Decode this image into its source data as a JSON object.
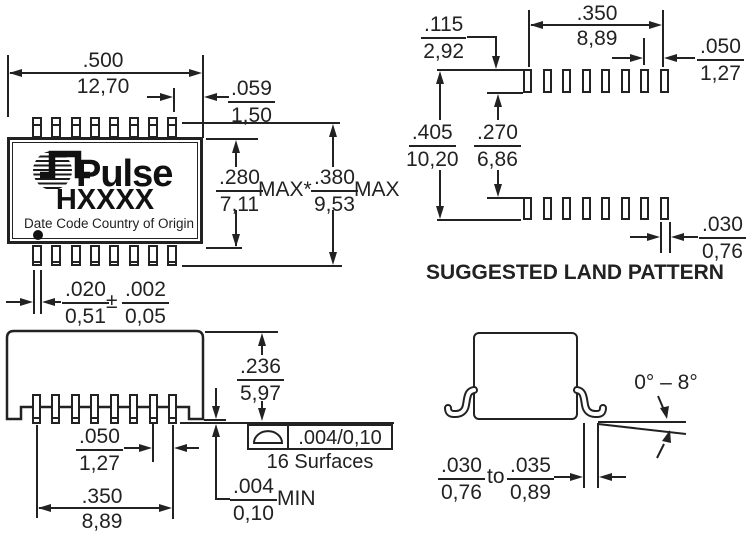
{
  "colors": {
    "ink": "#222222",
    "background": "#ffffff"
  },
  "package": {
    "brand": "Pulse",
    "part_number": "HXXXX",
    "date_code_label": "Date Code",
    "country_label": "Country of Origin",
    "pins_per_side": 8
  },
  "top_view": {
    "body_width": {
      "in": ".500",
      "mm": "12,70"
    },
    "lead_end": {
      "in": ".059",
      "mm": "1,50"
    },
    "body_depth": {
      "in": ".280",
      "mm": "7,11",
      "qual": "MAX*"
    },
    "overall_depth": {
      "in": ".380",
      "mm": "9,53",
      "qual": "MAX"
    },
    "lead_width": {
      "in": ".020",
      "mm": "0,51"
    },
    "plus_minus": "±",
    "lead_width_tol": {
      "in": ".002",
      "mm": "0,05"
    }
  },
  "land_pattern": {
    "title": "SUGGESTED LAND PATTERN",
    "pads_per_row": 8,
    "pad_length": {
      "in": ".115",
      "mm": "2,92"
    },
    "row_span": {
      "in": ".350",
      "mm": "8,89"
    },
    "pitch": {
      "in": ".050",
      "mm": "1,27"
    },
    "outer_span": {
      "in": ".405",
      "mm": "10,20"
    },
    "inner_span": {
      "in": ".270",
      "mm": "6,86"
    },
    "pad_width": {
      "in": ".030",
      "mm": "0,76"
    }
  },
  "side_view": {
    "height": {
      "in": ".236",
      "mm": "5,97"
    },
    "pitch": {
      "in": ".050",
      "mm": "1,27"
    },
    "lead_span": {
      "in": ".350",
      "mm": "8,89"
    },
    "standoff": {
      "in": ".004",
      "mm": "0,10",
      "qual": "MIN"
    },
    "flatness": {
      "value": ".004/0,10",
      "note": "16 Surfaces"
    }
  },
  "end_view": {
    "lead_angle": "0° – 8°",
    "foot_min": {
      "in": ".030",
      "mm": "0,76"
    },
    "to_label": "to",
    "foot_max": {
      "in": ".035",
      "mm": "0,89"
    }
  }
}
